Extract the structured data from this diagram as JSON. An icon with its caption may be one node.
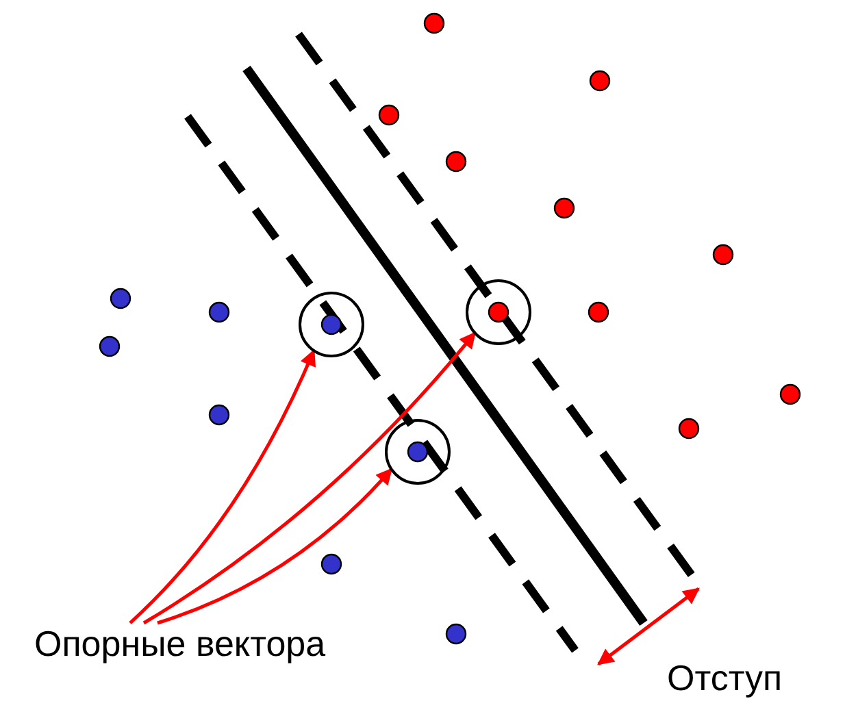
{
  "diagram": {
    "nodes": [
      {
        "text": [
          "Опорные вектора"
        ]
      },
      {
        "text": [],
        "shape": "circle"
      },
      {
        "text": [],
        "shape": "circle"
      },
      {
        "text": [],
        "shape": "circle"
      }
    ],
    "edges": [
      {
        "from": 0,
        "to": 1,
        "arrow": "to"
      },
      {
        "from": 0,
        "to": 3,
        "arrow": "to"
      },
      {
        "from": 0,
        "to": 2,
        "arrow": "to"
      }
    ],
    "labels": [
      "Отступ"
    ]
  }
}
